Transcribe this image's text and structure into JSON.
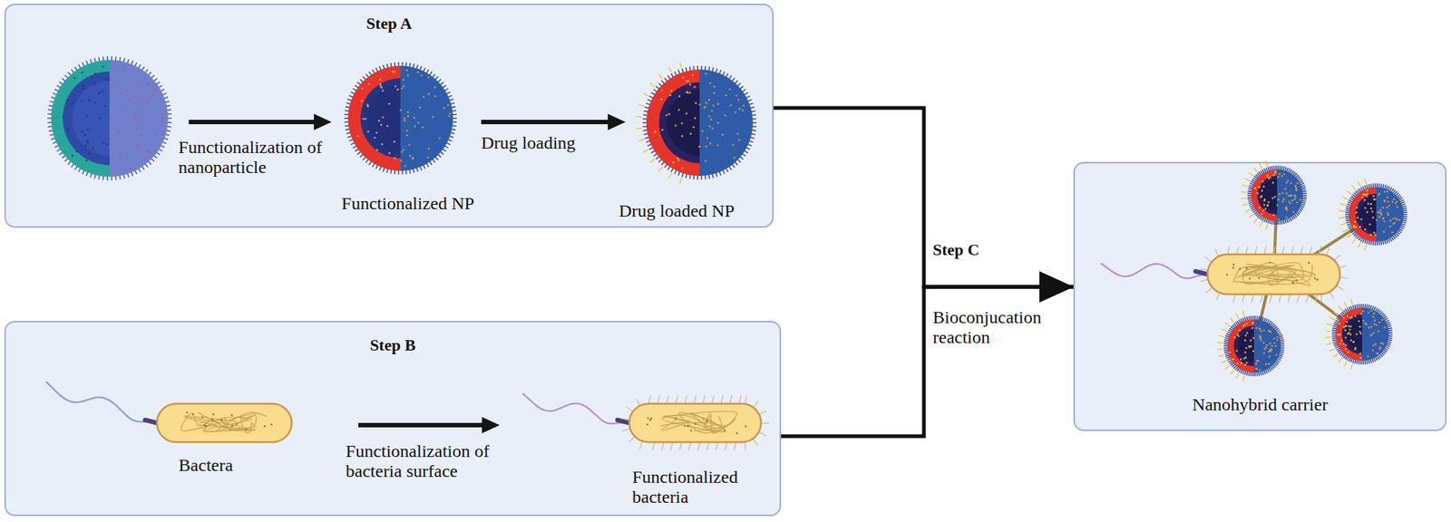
{
  "diagram": {
    "nodes": [
      {
        "text": [
          "Step A"
        ]
      },
      {
        "text": [
          "Step B"
        ]
      },
      {
        "text": [
          "Nanohybrid carrier"
        ]
      }
    ],
    "edges": [
      {
        "from": 0,
        "to": 2,
        "arrow": "to"
      },
      {
        "from": 1,
        "to": 2,
        "arrow": "to"
      }
    ],
    "labels": [
      "Functionalization of nanoparticle",
      "Functionalized NP",
      "Drug loading",
      "Drug loaded NP",
      "Step C",
      "Bioconjucation reaction",
      "Bactera",
      "Functionalization of bacteria surface",
      "Functionalized bacteria"
    ]
  }
}
